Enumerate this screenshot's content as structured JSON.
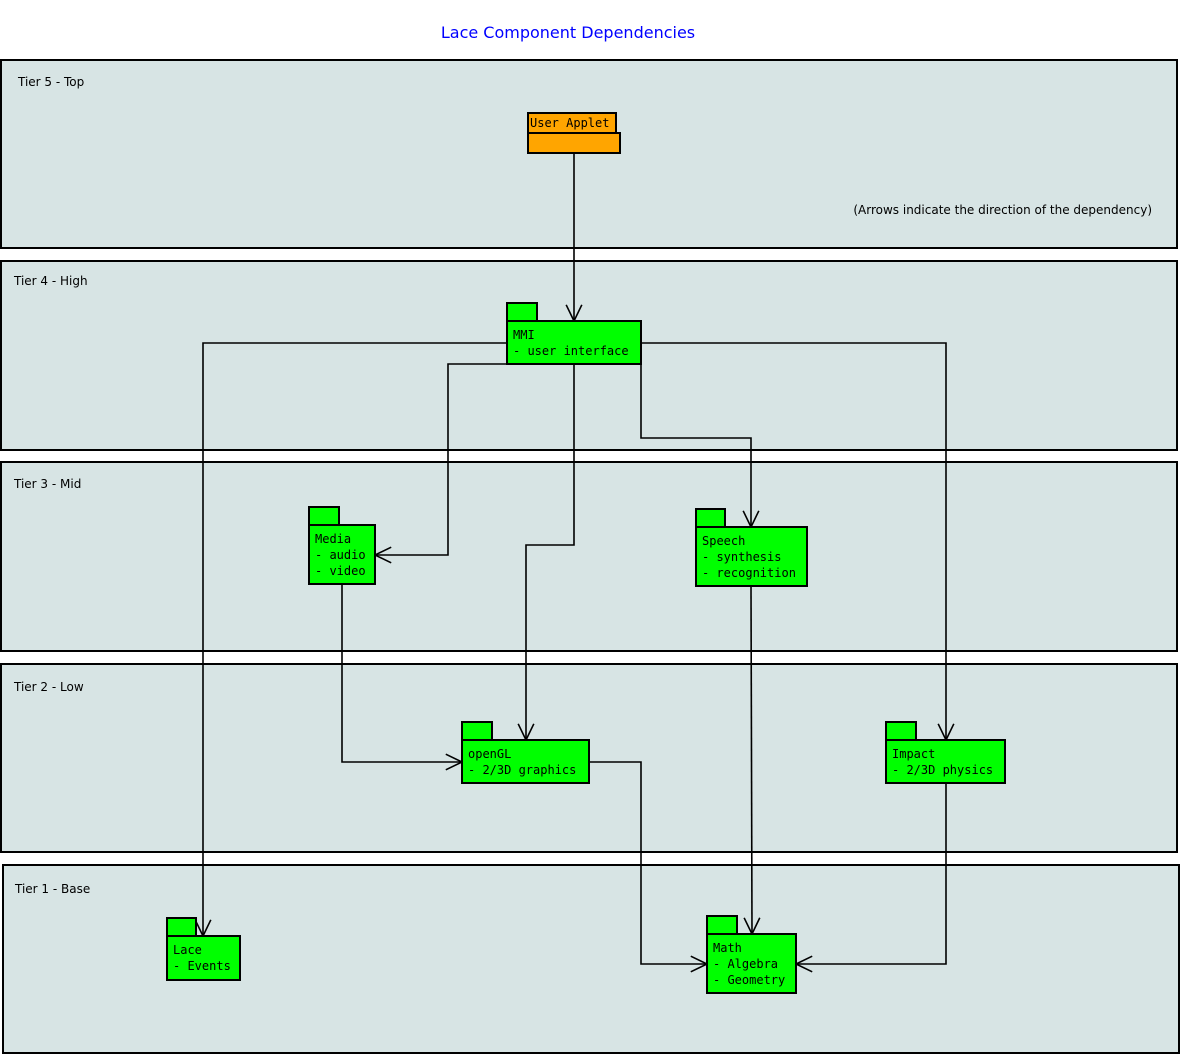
{
  "title": "Lace Component Dependencies",
  "note": "(Arrows indicate the direction of the dependency)",
  "colors": {
    "lane_fill": "#d7e4e4",
    "package_fill": "#00ff00",
    "applet_fill": "#ffa500",
    "title": "#0000ff"
  },
  "tiers": [
    {
      "label": "Tier 5 - Top"
    },
    {
      "label": "Tier 4 - High"
    },
    {
      "label": "Tier 3 - Mid"
    },
    {
      "label": "Tier 2 - Low"
    },
    {
      "label": "Tier 1 - Base"
    }
  ],
  "packages": [
    {
      "id": "applet",
      "name": "User Applet",
      "lines": []
    },
    {
      "id": "mmi",
      "name": "MMI",
      "lines": [
        "- user interface"
      ]
    },
    {
      "id": "media",
      "name": "Media",
      "lines": [
        "- audio",
        "- video"
      ]
    },
    {
      "id": "speech",
      "name": "Speech",
      "lines": [
        "- synthesis",
        "- recognition"
      ]
    },
    {
      "id": "opengl",
      "name": "openGL",
      "lines": [
        "- 2/3D graphics"
      ]
    },
    {
      "id": "impact",
      "name": "Impact",
      "lines": [
        "- 2/3D physics"
      ]
    },
    {
      "id": "lace",
      "name": "Lace",
      "lines": [
        "- Events"
      ]
    },
    {
      "id": "math",
      "name": "Math",
      "lines": [
        "- Algebra",
        "- Geometry"
      ]
    }
  ],
  "dependencies": [
    {
      "from": "User Applet",
      "to": "MMI"
    },
    {
      "from": "MMI",
      "to": "Lace"
    },
    {
      "from": "MMI",
      "to": "Media"
    },
    {
      "from": "MMI",
      "to": "openGL"
    },
    {
      "from": "MMI",
      "to": "Speech"
    },
    {
      "from": "MMI",
      "to": "Impact"
    },
    {
      "from": "Media",
      "to": "openGL"
    },
    {
      "from": "Speech",
      "to": "Math"
    },
    {
      "from": "openGL",
      "to": "Math"
    },
    {
      "from": "Impact",
      "to": "Math"
    }
  ]
}
